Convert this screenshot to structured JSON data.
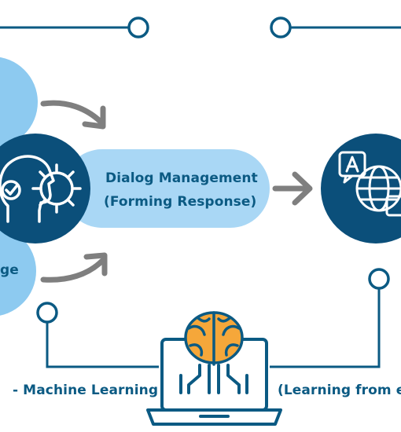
{
  "diagram": {
    "dialog_management_line1": "Dialog Management",
    "dialog_management_line2": "(Forming Response)",
    "left_partial_label": "ge",
    "machine_learning_label": "- Machine Learning",
    "learning_from_label": "(Learning from e"
  },
  "colors": {
    "dark_blue": "#0b4f7a",
    "light_blue": "#8dcaf0",
    "pill_blue": "#a9d7f5",
    "line_blue": "#0b5a83",
    "arrow_gray": "#7f7f7f",
    "brain_orange": "#f5a73a"
  },
  "icons": [
    "head-gear-icon",
    "translation-globe-icon",
    "brain-laptop-icon",
    "arrow-right-icon"
  ]
}
